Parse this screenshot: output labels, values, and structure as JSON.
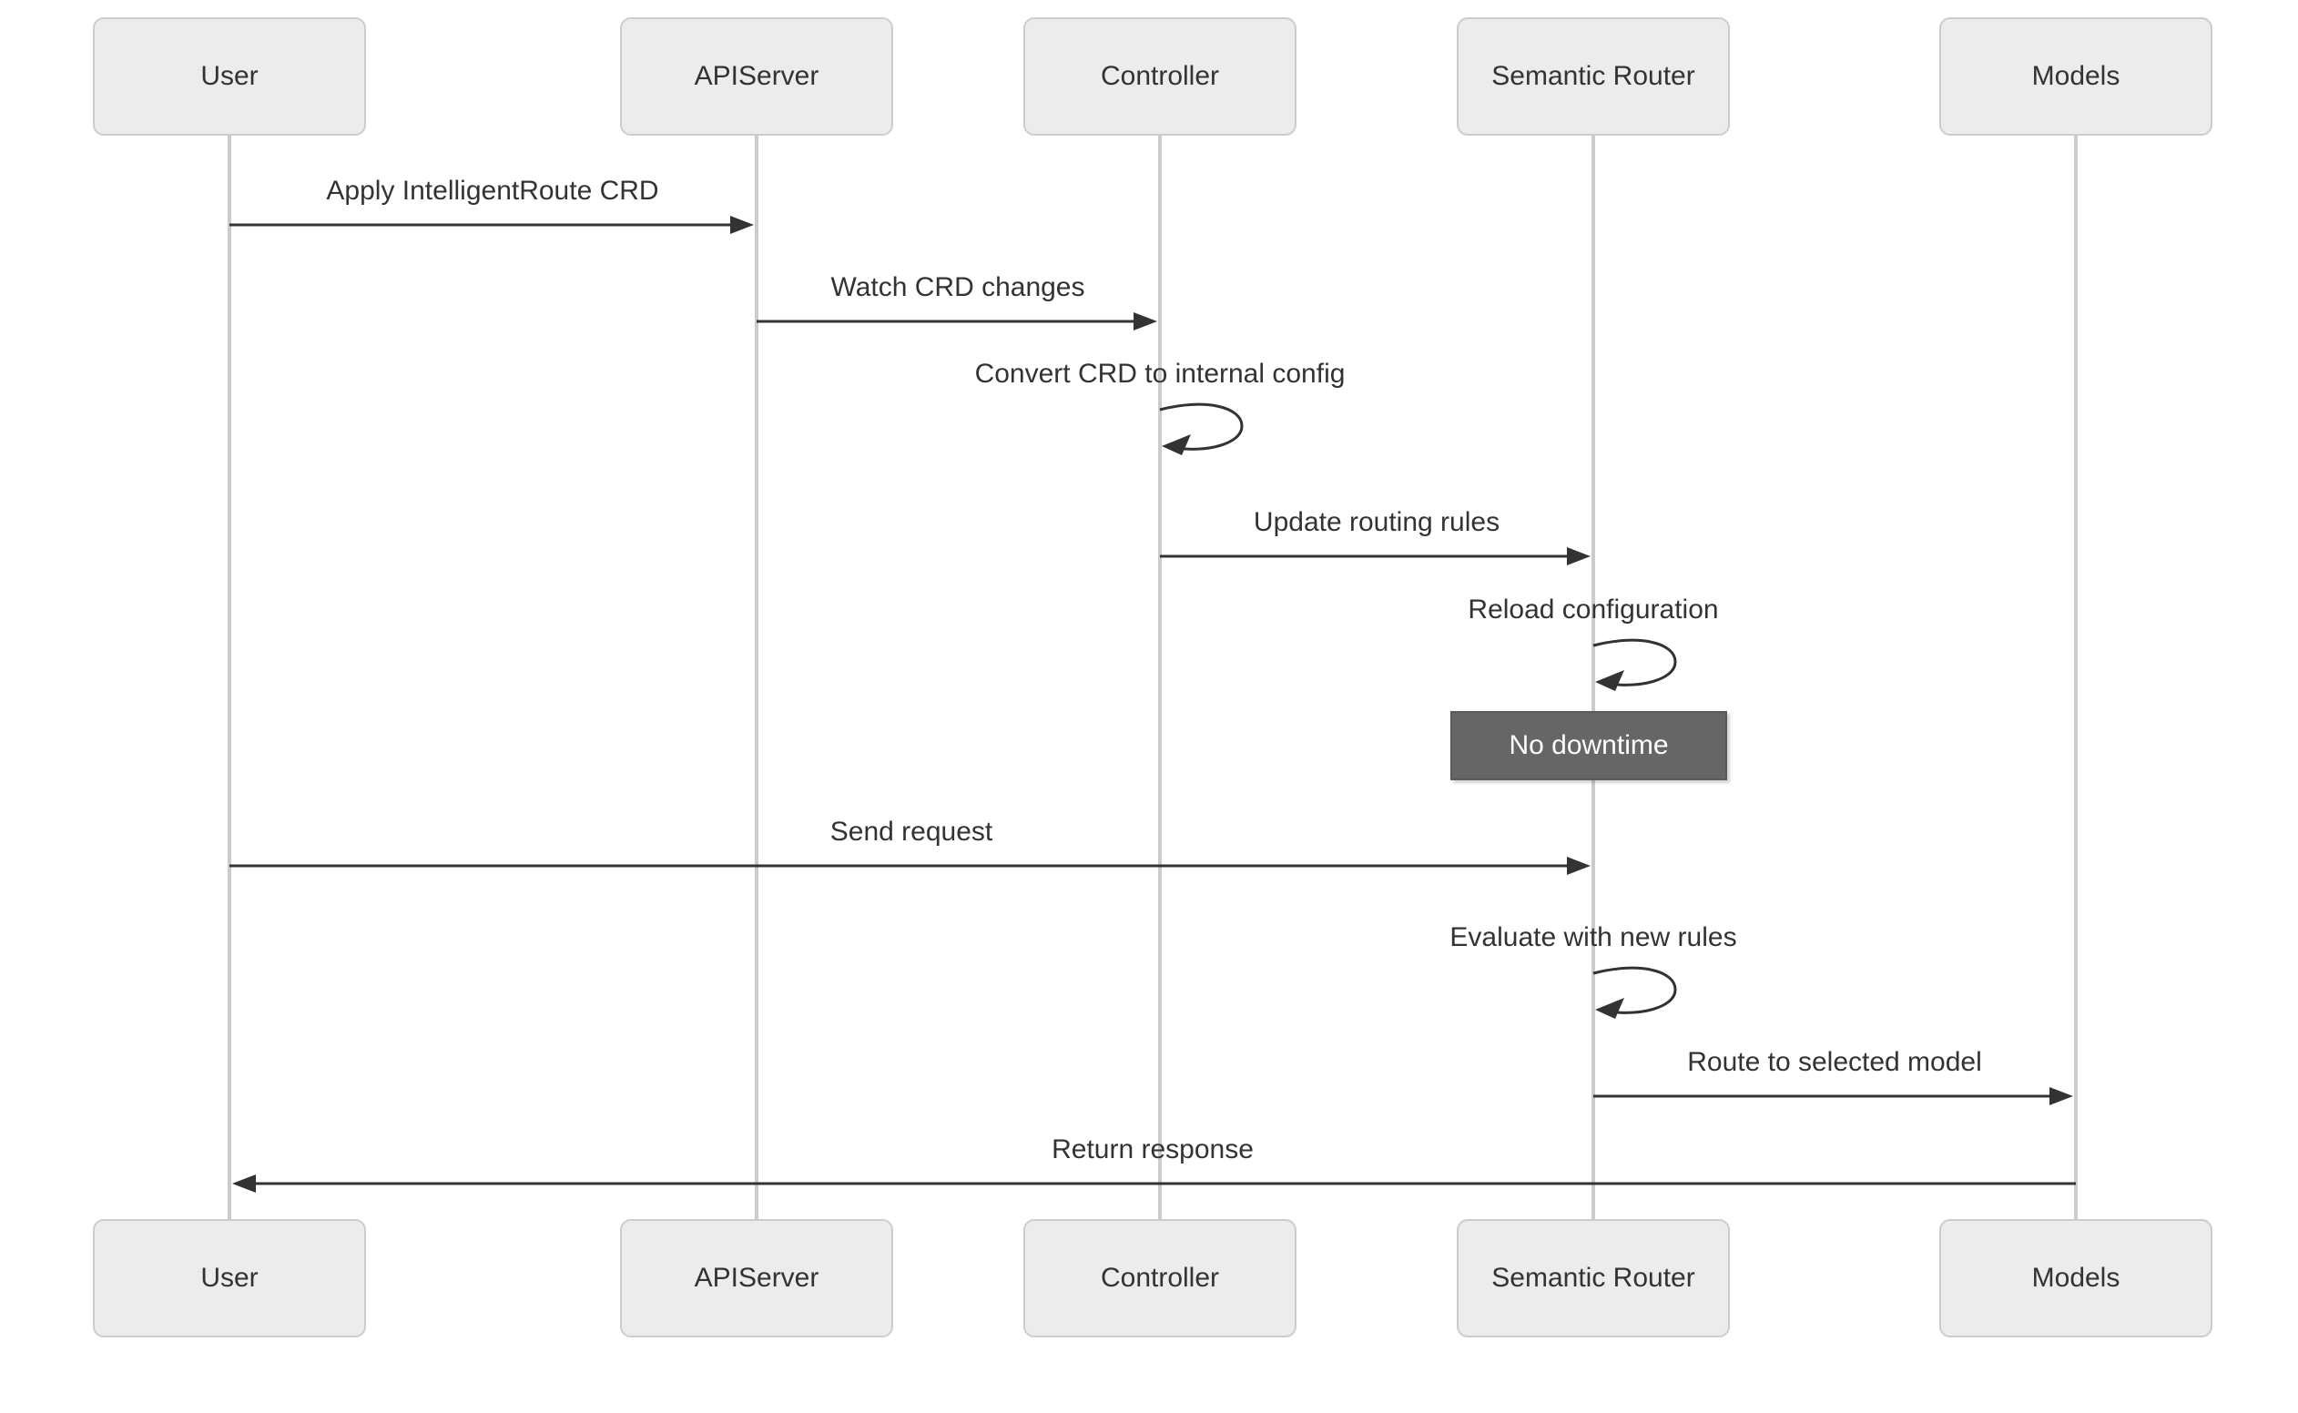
{
  "diagram": {
    "type": "sequence-diagram",
    "background_color": "#ffffff",
    "actors": [
      {
        "name": "User"
      },
      {
        "name": "APIServer"
      },
      {
        "name": "Controller"
      },
      {
        "name": "Semantic Router"
      },
      {
        "name": "Models"
      }
    ],
    "messages": [
      {
        "from": "User",
        "to": "APIServer",
        "kind": "arrow",
        "label": "Apply IntelligentRoute CRD"
      },
      {
        "from": "APIServer",
        "to": "Controller",
        "kind": "arrow",
        "label": "Watch CRD changes"
      },
      {
        "from": "Controller",
        "to": "Controller",
        "kind": "self",
        "label": "Convert CRD to internal config"
      },
      {
        "from": "Controller",
        "to": "Semantic Router",
        "kind": "arrow",
        "label": "Update routing rules"
      },
      {
        "from": "Semantic Router",
        "to": "Semantic Router",
        "kind": "self",
        "label": "Reload configuration"
      },
      {
        "from": "Semantic Router",
        "to": "Semantic Router",
        "kind": "note",
        "label": "No downtime"
      },
      {
        "from": "User",
        "to": "Semantic Router",
        "kind": "arrow",
        "label": "Send request"
      },
      {
        "from": "Semantic Router",
        "to": "Semantic Router",
        "kind": "self",
        "label": "Evaluate with new rules"
      },
      {
        "from": "Semantic Router",
        "to": "Models",
        "kind": "arrow",
        "label": "Route to selected model"
      },
      {
        "from": "Models",
        "to": "User",
        "kind": "arrow",
        "label": "Return response"
      }
    ],
    "colors": {
      "actor_fill": "#ececec",
      "actor_border": "#cccccc",
      "lifeline": "#cccccc",
      "arrow": "#333333",
      "text": "#333333",
      "note_fill": "#666666",
      "note_text": "#ffffff"
    }
  }
}
